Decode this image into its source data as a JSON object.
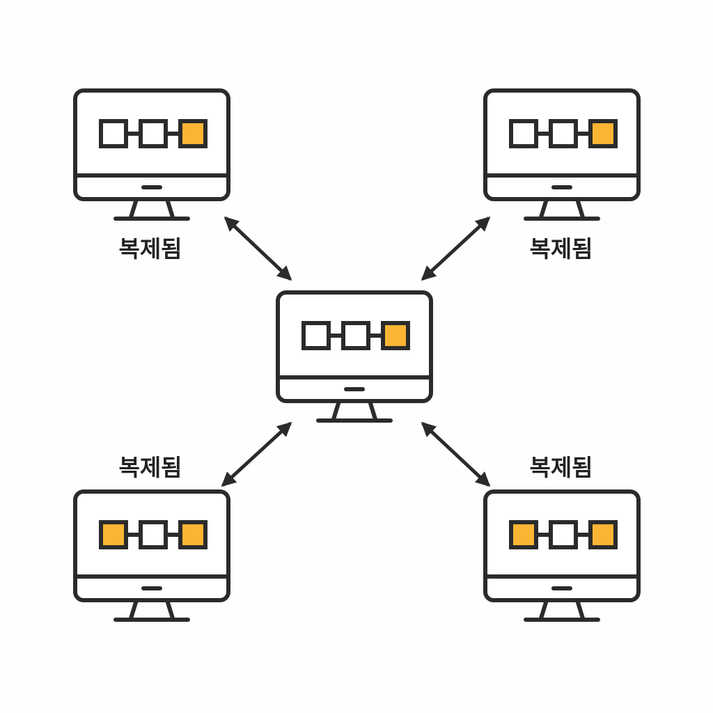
{
  "colors": {
    "stroke": "#2b2b2b",
    "accent": "#fbb534",
    "empty": "#ffffff",
    "background": "#fefefe"
  },
  "center_node": {
    "blocks": [
      "empty",
      "empty",
      "accent"
    ]
  },
  "replicas": [
    {
      "label": "복제됨",
      "blocks": [
        "empty",
        "empty",
        "accent"
      ]
    },
    {
      "label": "복제됨",
      "blocks": [
        "empty",
        "empty",
        "accent"
      ]
    },
    {
      "label": "복제됨",
      "blocks": [
        "accent",
        "empty",
        "accent"
      ]
    },
    {
      "label": "복제됨",
      "blocks": [
        "accent",
        "empty",
        "accent"
      ]
    }
  ],
  "connections": [
    {
      "from": "replica-top-left",
      "to": "center",
      "bidirectional": true
    },
    {
      "from": "replica-top-right",
      "to": "center",
      "bidirectional": true
    },
    {
      "from": "replica-bottom-left",
      "to": "center",
      "bidirectional": true
    },
    {
      "from": "replica-bottom-right",
      "to": "center",
      "bidirectional": true
    }
  ]
}
